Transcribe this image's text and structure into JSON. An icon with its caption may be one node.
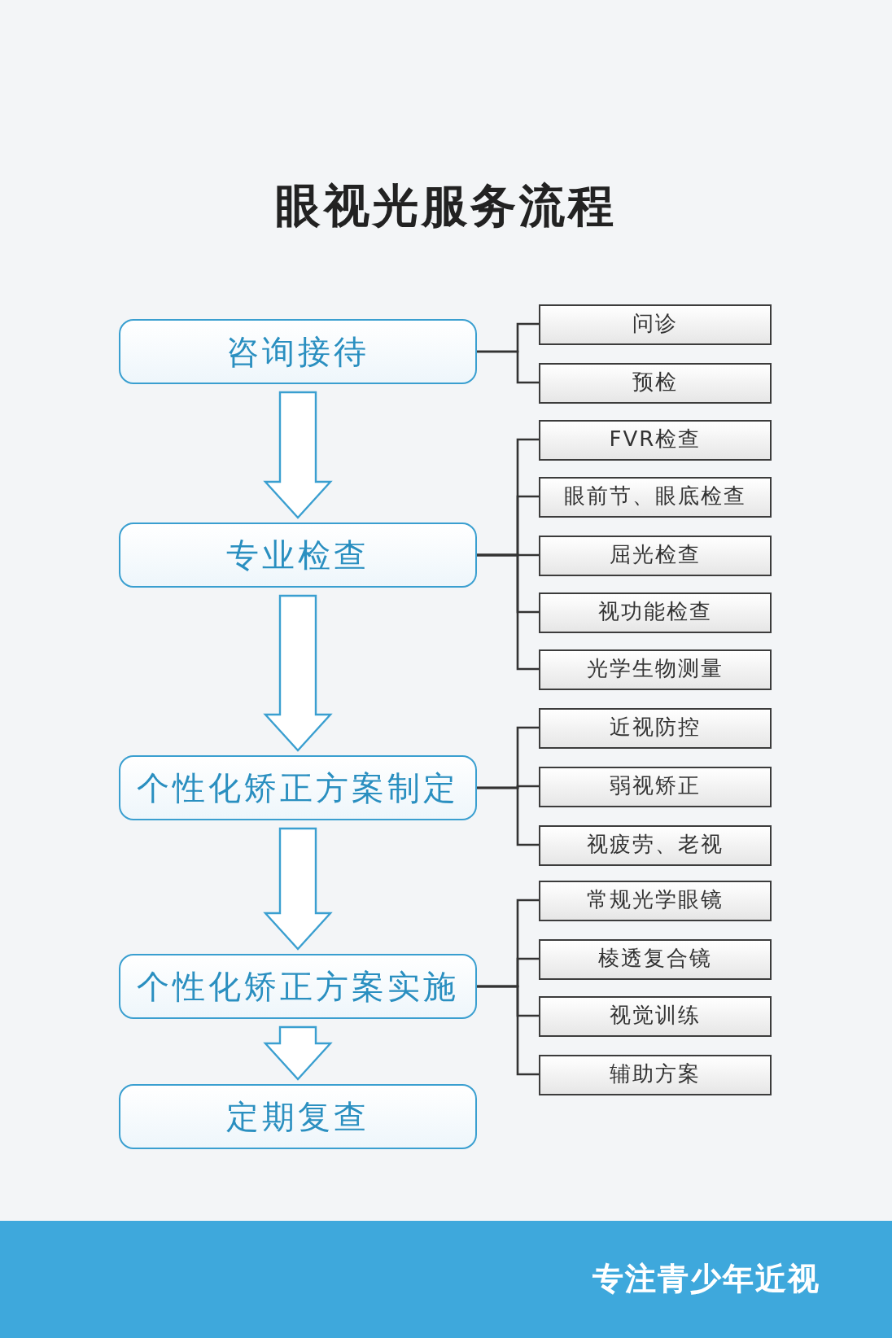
{
  "diagram": {
    "title": "眼视光服务流程",
    "nodes": [
      {
        "text": [
          "咨询接待"
        ]
      },
      {
        "text": [
          "问诊"
        ]
      },
      {
        "text": [
          "预检"
        ]
      },
      {
        "text": [
          "专业检查"
        ]
      },
      {
        "text": [
          "FVR检查"
        ]
      },
      {
        "text": [
          "眼前节、眼底检查"
        ]
      },
      {
        "text": [
          "屈光检查"
        ]
      },
      {
        "text": [
          "视功能检查"
        ]
      },
      {
        "text": [
          "光学生物测量"
        ]
      },
      {
        "text": [
          "个性化矫正方案制定"
        ]
      },
      {
        "text": [
          "近视防控"
        ]
      },
      {
        "text": [
          "弱视矫正"
        ]
      },
      {
        "text": [
          "视疲劳、老视"
        ]
      },
      {
        "text": [
          "个性化矫正方案实施"
        ]
      },
      {
        "text": [
          "常规光学眼镜"
        ]
      },
      {
        "text": [
          "棱透复合镜"
        ]
      },
      {
        "text": [
          "视觉训练"
        ]
      },
      {
        "text": [
          "辅助方案"
        ]
      },
      {
        "text": [
          "定期复查"
        ]
      },
      {
        "text": [
          "专注青少年近视"
        ]
      }
    ],
    "edges": [
      {
        "from": 0,
        "to": 1,
        "arrow": "none"
      },
      {
        "from": 0,
        "to": 2,
        "arrow": "none"
      },
      {
        "from": 0,
        "to": 3,
        "arrow": "to"
      },
      {
        "from": 3,
        "to": 4,
        "arrow": "none"
      },
      {
        "from": 3,
        "to": 5,
        "arrow": "none"
      },
      {
        "from": 3,
        "to": 6,
        "arrow": "none"
      },
      {
        "from": 3,
        "to": 7,
        "arrow": "none"
      },
      {
        "from": 3,
        "to": 8,
        "arrow": "none"
      },
      {
        "from": 3,
        "to": 9,
        "arrow": "to"
      },
      {
        "from": 9,
        "to": 10,
        "arrow": "none"
      },
      {
        "from": 9,
        "to": 11,
        "arrow": "none"
      },
      {
        "from": 9,
        "to": 12,
        "arrow": "none"
      },
      {
        "from": 9,
        "to": 13,
        "arrow": "to"
      },
      {
        "from": 13,
        "to": 14,
        "arrow": "none"
      },
      {
        "from": 13,
        "to": 15,
        "arrow": "none"
      },
      {
        "from": 13,
        "to": 16,
        "arrow": "none"
      },
      {
        "from": 13,
        "to": 17,
        "arrow": "none"
      },
      {
        "from": 13,
        "to": 18,
        "arrow": "to"
      }
    ]
  }
}
